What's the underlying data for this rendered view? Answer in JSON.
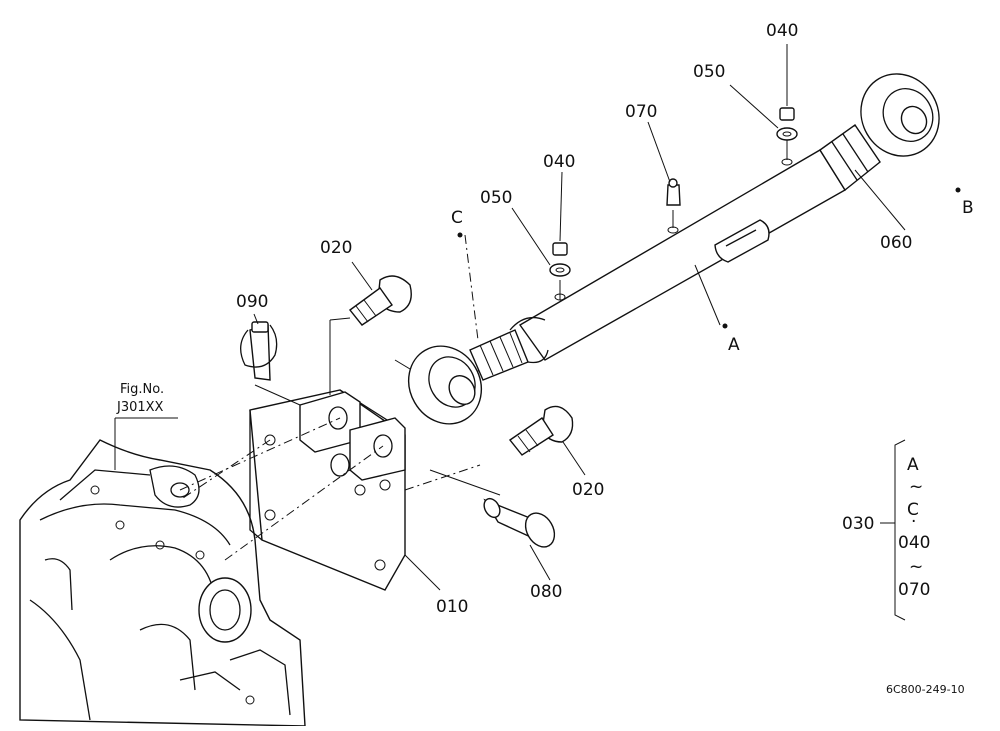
{
  "parts": {
    "p010": "010",
    "p020_top": "020",
    "p020_bottom": "020",
    "p030": "030",
    "p040_top": "040",
    "p040_mid": "040",
    "p050_top": "050",
    "p050_mid": "050",
    "p060": "060",
    "p070": "070",
    "p080": "080",
    "p090": "090"
  },
  "points": {
    "A": "A",
    "B": "B",
    "C": "C"
  },
  "reference": {
    "fig_line1": "Fig.No.",
    "fig_line2": "J301XX"
  },
  "group_030": {
    "l1": "A",
    "l2": "~",
    "l3": "C",
    "l4": "·",
    "l5": "040",
    "l6": "~",
    "l7": "070"
  },
  "drawing_code": "6C800-249-10"
}
